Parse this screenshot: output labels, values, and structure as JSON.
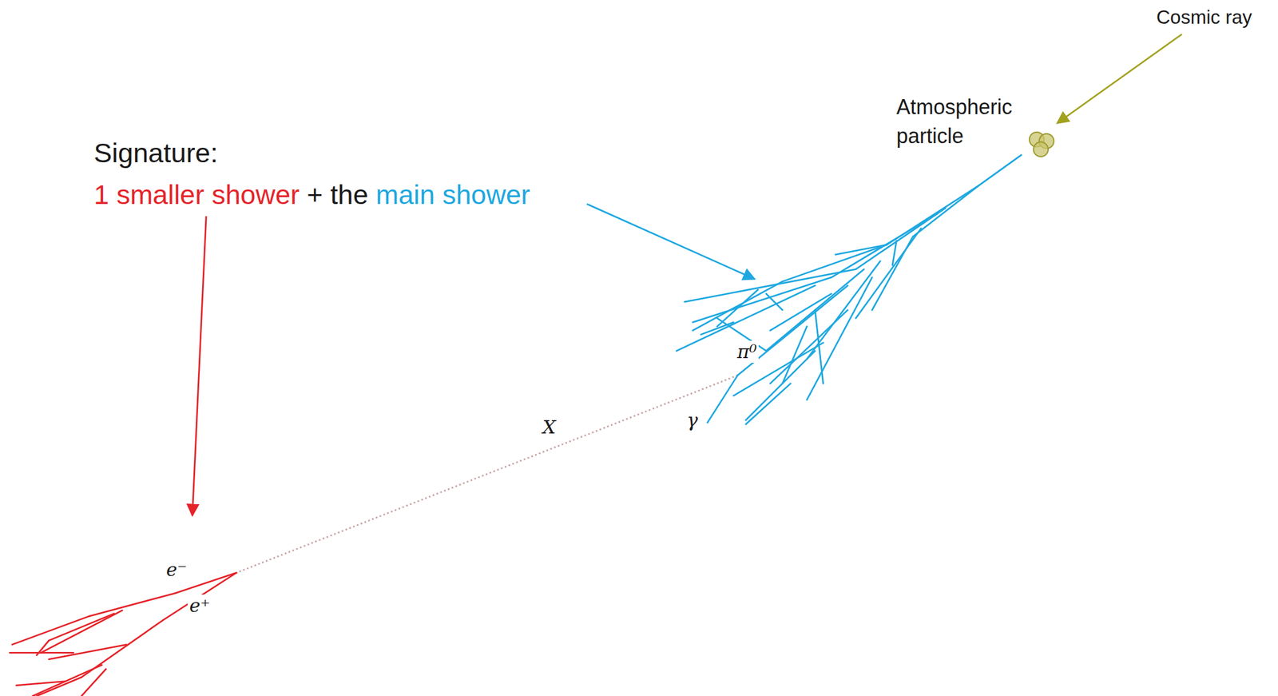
{
  "diagram": {
    "labels": [
      "Cosmic ray",
      "Atmospheric particle",
      "Signature:",
      "1 smaller shower",
      "+ the",
      "main shower",
      "π⁰",
      "γ",
      "X",
      "e⁻",
      "e⁺"
    ]
  }
}
